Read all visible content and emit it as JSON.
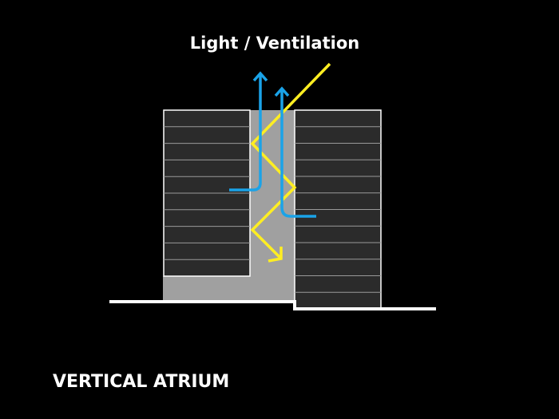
{
  "title": "Light / Ventilation",
  "caption": "VERTICAL ATRIUM",
  "colors": {
    "background": "#000000",
    "building_fill": "#2b2b2b",
    "building_outline": "#ffffff",
    "floor_line": "#9a9a9a",
    "atrium_fill": "#a0a0a0",
    "ground": "#ffffff",
    "light_ray": "#ffee22",
    "air_flow": "#1aa3e8",
    "text": "#ffffff"
  },
  "buildings": {
    "left_floor_count": 10,
    "right_floor_count": 12
  },
  "icons": {
    "light_arrow": "arrow-head-down-right",
    "air_arrows": "arrow-head-up"
  }
}
